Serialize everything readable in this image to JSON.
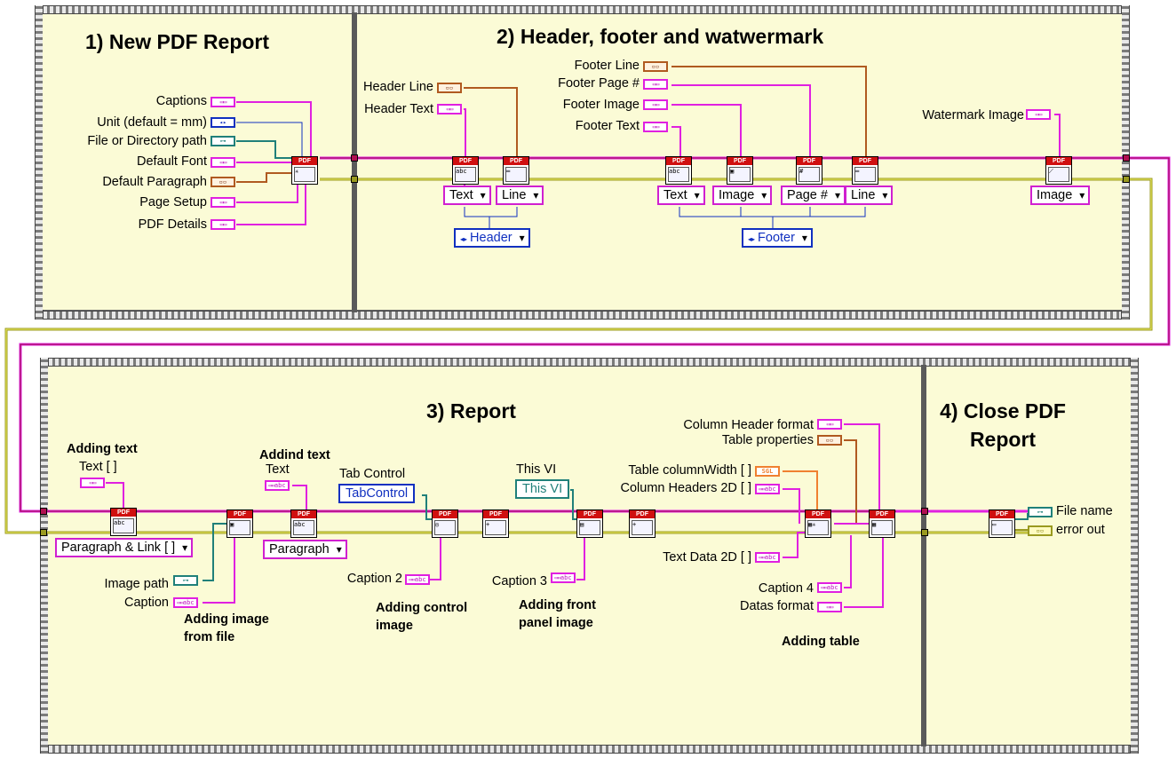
{
  "frame1": {
    "section1_title": "1) New PDF Report",
    "section2_title": "2) Header, footer and watwermark"
  },
  "frame2": {
    "section3_title": "3) Report",
    "section4_title": "4) Close PDF Report"
  },
  "section1": {
    "inputs": [
      "Captions",
      "Unit (default = mm)",
      "File or Directory path",
      "Default Font",
      "Default Paragraph",
      "Page Setup",
      "PDF Details"
    ]
  },
  "section2": {
    "header_line": "Header Line",
    "header_text": "Header Text",
    "footer_line": "Footer Line",
    "footer_page": "Footer Page #",
    "footer_image": "Footer Image",
    "footer_text": "Footer Text",
    "watermark_image": "Watermark Image",
    "rings": [
      "Text",
      "Line",
      "Text",
      "Image",
      "Page #",
      "Line",
      "Image"
    ],
    "header_enum": "Header",
    "footer_enum": "Footer"
  },
  "section3": {
    "adding_text_caption": "Adding text",
    "text_array": "Text [ ]",
    "paragraph_link": "Paragraph & Link [ ]",
    "image_path": "Image path",
    "caption": "Caption",
    "adding_image_caption": "Adding image from file",
    "addind_text_caption": "Addind text",
    "text": "Text",
    "paragraph": "Paragraph",
    "tab_control_label": "Tab Control",
    "tab_control_ref": "TabControl",
    "caption2": "Caption 2",
    "adding_control_caption": "Adding control image",
    "this_vi_label": "This VI",
    "this_vi_ref": "This VI",
    "caption3": "Caption 3",
    "adding_front_caption": "Adding front panel image",
    "column_header_format": "Column Header format",
    "table_properties": "Table properties",
    "table_column_width": "Table columnWidth [ ]",
    "column_headers_2d": "Column Headers 2D [ ]",
    "text_data_2d": "Text Data 2D [ ]",
    "caption4": "Caption 4",
    "datas_format": "Datas format",
    "adding_table_caption": "Adding table"
  },
  "section4": {
    "file_name": "File name",
    "error_out": "error out"
  },
  "terminal_glyphs": {
    "abc": "abc",
    "sgl": "SGL",
    "pdf": "PDF"
  },
  "colors": {
    "background": "#fbfbd6",
    "cluster_wire": "#e020e0",
    "ref_wire": "#9a1040",
    "error_wire": "#9a9a20",
    "path_wire": "#20807a",
    "numeric_wire": "#f08030",
    "enum_wire": "#1030c0"
  }
}
